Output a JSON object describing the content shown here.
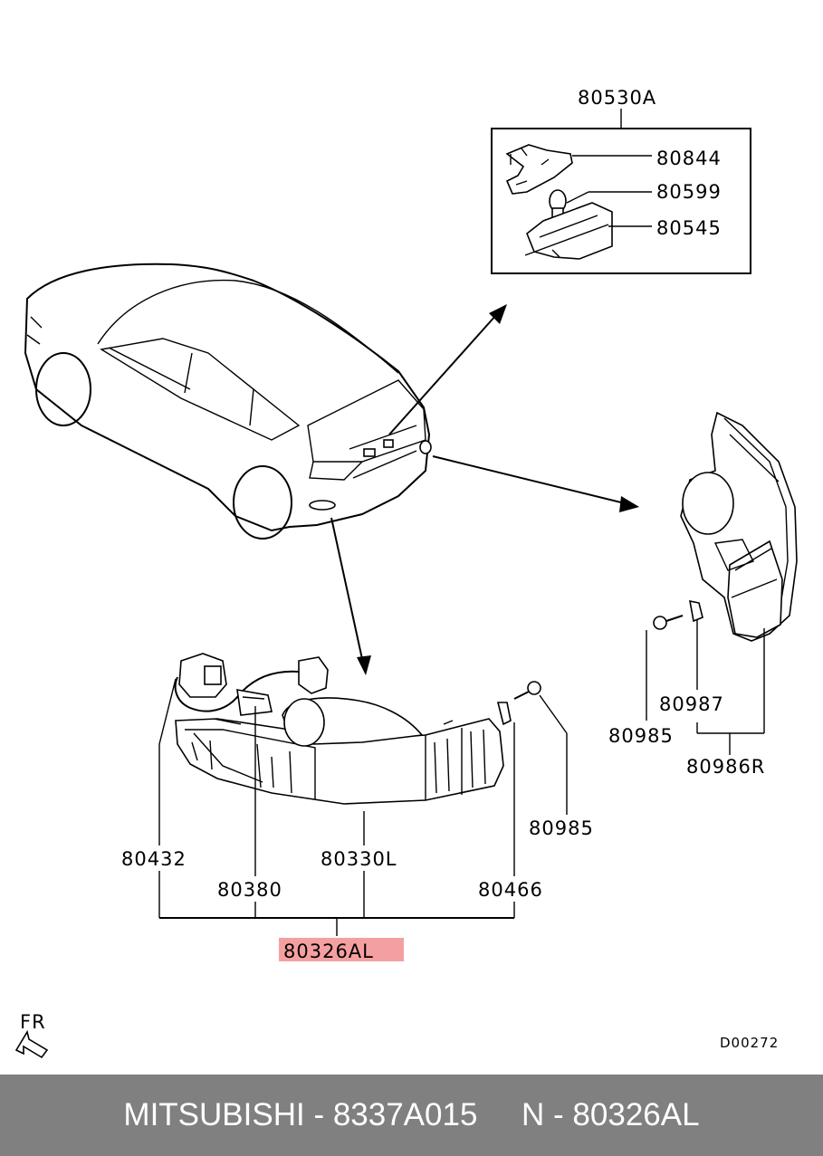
{
  "parts": {
    "p80530a": "80530A",
    "p80844": "80844",
    "p80599": "80599",
    "p80545": "80545",
    "p80985_right": "80985",
    "p80987": "80987",
    "p80986r": "80986R",
    "p80432": "80432",
    "p80380": "80380",
    "p80330l": "80330L",
    "p80985_left": "80985",
    "p80466": "80466",
    "p80326al": "80326AL"
  },
  "orientation_label": "FR",
  "drawing_code": "D00272",
  "highlight_color": "#f5a0a0",
  "footer": {
    "brand": "MITSUBISHI - 8337A015",
    "ref": "N - 80326AL"
  }
}
